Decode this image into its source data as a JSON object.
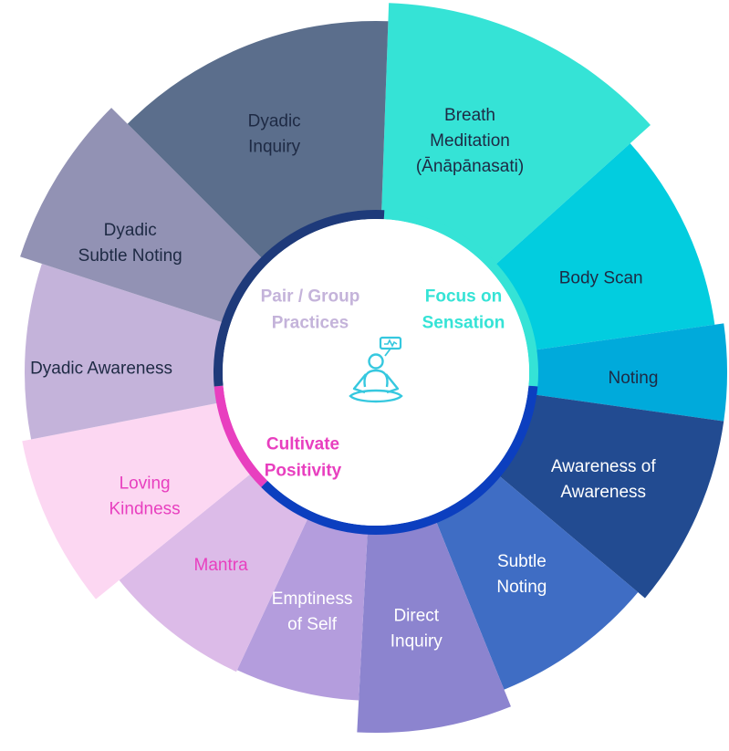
{
  "segments": [
    {
      "id": "breath-meditation",
      "lines": [
        "Breath",
        "Meditation",
        "(Ānāpānasati)"
      ],
      "color": "#35e3d6",
      "text_color": "#1e2a44"
    },
    {
      "id": "body-scan",
      "lines": [
        "Body Scan"
      ],
      "color": "#02cddf",
      "text_color": "#1e2a44"
    },
    {
      "id": "noting",
      "lines": [
        "Noting"
      ],
      "color": "#00aadb",
      "text_color": "#1e2a44"
    },
    {
      "id": "awareness-of-awareness",
      "lines": [
        "Awareness of",
        "Awareness"
      ],
      "color": "#224b91",
      "text_color": "#ffffff"
    },
    {
      "id": "subtle-noting",
      "lines": [
        "Subtle",
        "Noting"
      ],
      "color": "#3f6dc4",
      "text_color": "#ffffff"
    },
    {
      "id": "direct-inquiry",
      "lines": [
        "Direct",
        "Inquiry"
      ],
      "color": "#8c84cf",
      "text_color": "#ffffff"
    },
    {
      "id": "emptiness-of-self",
      "lines": [
        "Emptiness",
        "of Self"
      ],
      "color": "#b49ddd",
      "text_color": "#ffffff"
    },
    {
      "id": "mantra",
      "lines": [
        "Mantra"
      ],
      "color": "#dcbbe8",
      "text_color": "#e83fbf"
    },
    {
      "id": "loving-kindness",
      "lines": [
        "Loving",
        "Kindness"
      ],
      "color": "#fcd7f2",
      "text_color": "#e83fbf"
    },
    {
      "id": "dyadic-awareness",
      "lines": [
        "Dyadic Awareness"
      ],
      "color": "#c4b3da",
      "text_color": "#1e2a44"
    },
    {
      "id": "dyadic-subtle-noting",
      "lines": [
        "Dyadic",
        "Subtle Noting"
      ],
      "color": "#9292b4",
      "text_color": "#1e2a44"
    },
    {
      "id": "dyadic-inquiry",
      "lines": [
        "Dyadic",
        "Inquiry"
      ],
      "color": "#5b6e8c",
      "text_color": "#1e2a44"
    }
  ],
  "categories": [
    {
      "id": "focus-on-sensation",
      "lines": [
        "Focus on",
        "Sensation"
      ],
      "color": "#35e3d6"
    },
    {
      "id": "cultivate-positivity",
      "lines": [
        "Cultivate",
        "Positivity"
      ],
      "color": "#e83fbf"
    },
    {
      "id": "pair-group-practices",
      "lines": [
        "Pair / Group",
        "Practices"
      ],
      "color": "#c4b3da"
    }
  ],
  "inner_ring": [
    {
      "id": "sensation-arc",
      "color": "#35e3d6"
    },
    {
      "id": "noting-arc",
      "color": "#0c3fbf"
    },
    {
      "id": "positivity-arc",
      "color": "#e83fbf"
    },
    {
      "id": "pair-arc",
      "color": "#1e3a7a"
    }
  ],
  "center_icon": {
    "name": "meditating-person-icon",
    "color": "#35c8df"
  }
}
